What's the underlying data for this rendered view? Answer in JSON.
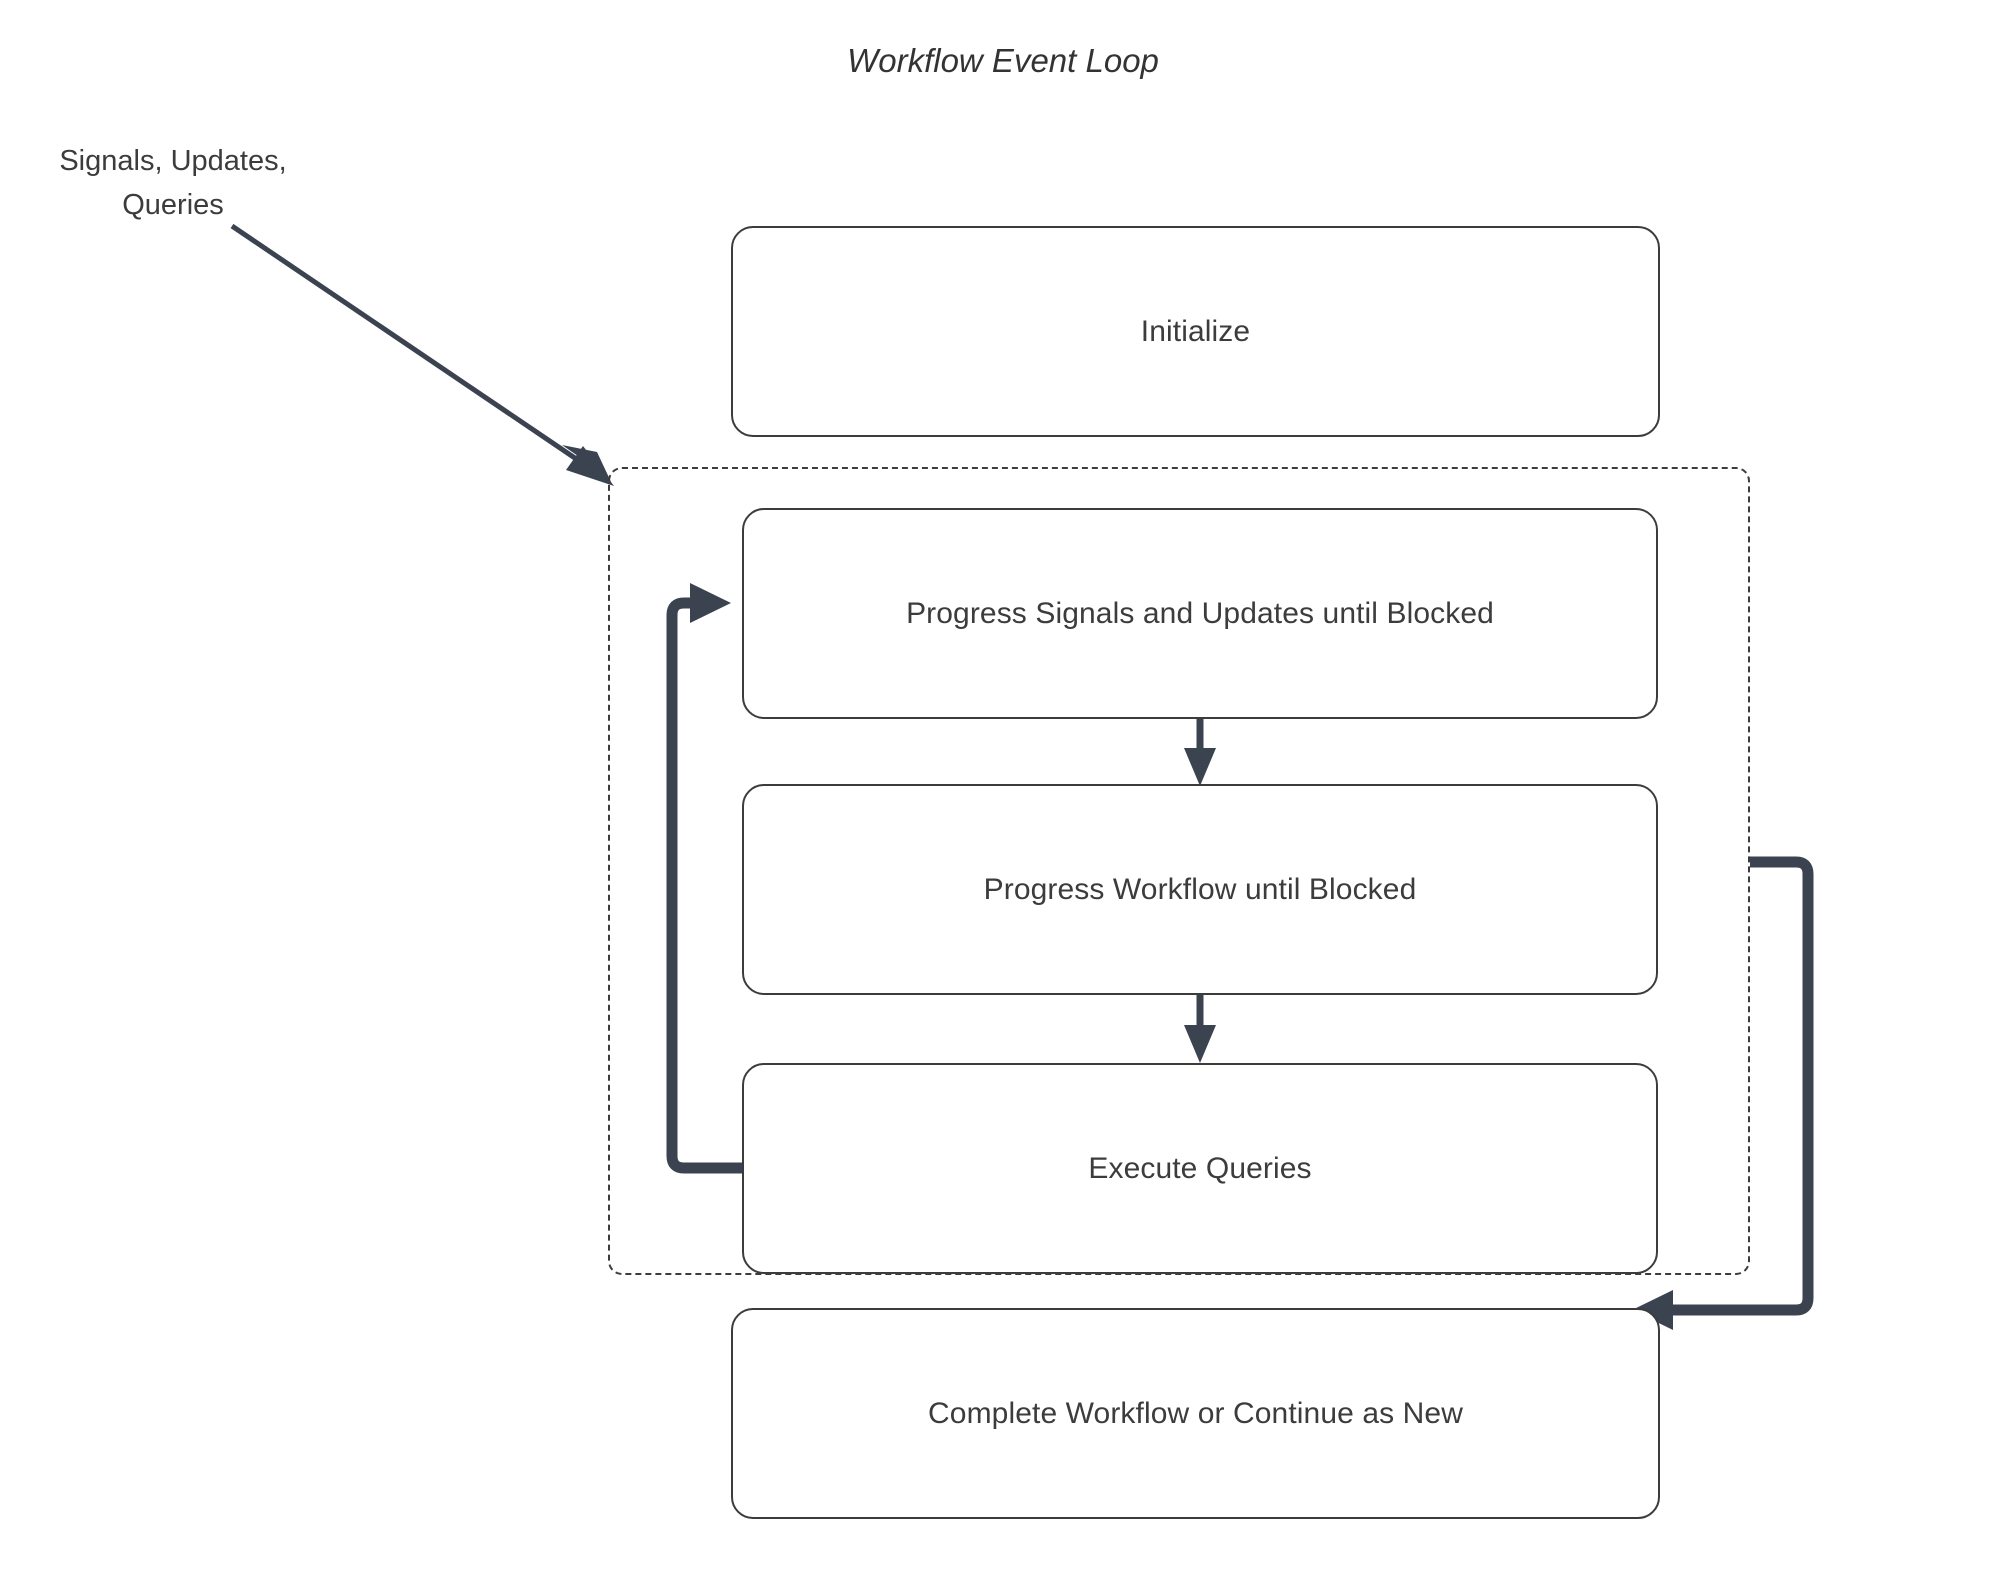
{
  "diagram": {
    "title": "Workflow Event Loop",
    "type": "flowchart",
    "background_color": "#ffffff",
    "node_border_color": "#3c3c3c",
    "text_color": "#3c3c3c",
    "connector_color": "#3b4250",
    "external_label": {
      "line1": "Signals, Updates,",
      "line2": "Queries"
    },
    "nodes": [
      {
        "id": "initialize",
        "label": "Initialize",
        "shape": "rounded-rectangle"
      },
      {
        "id": "progress-signals-updates",
        "label": "Progress Signals and Updates until Blocked",
        "shape": "rounded-rectangle"
      },
      {
        "id": "progress-workflow",
        "label": "Progress Workflow until Blocked",
        "shape": "rounded-rectangle"
      },
      {
        "id": "execute-queries",
        "label": "Execute Queries",
        "shape": "rounded-rectangle"
      },
      {
        "id": "complete-workflow",
        "label": "Complete Workflow or Continue as New",
        "shape": "rounded-rectangle"
      }
    ],
    "group": {
      "id": "event-loop-group",
      "style": "dashed",
      "label": ""
    },
    "edges": [
      {
        "from": "external-input",
        "to": "event-loop-group",
        "style": "solid-arrow"
      },
      {
        "from": "progress-signals-updates",
        "to": "progress-workflow",
        "style": "solid-arrow"
      },
      {
        "from": "progress-workflow",
        "to": "execute-queries",
        "style": "solid-arrow"
      },
      {
        "from": "execute-queries",
        "to": "progress-signals-updates",
        "style": "loop-back-arrow"
      },
      {
        "from": "event-loop-group",
        "to": "complete-workflow",
        "style": "loop-exit-arrow"
      }
    ]
  }
}
